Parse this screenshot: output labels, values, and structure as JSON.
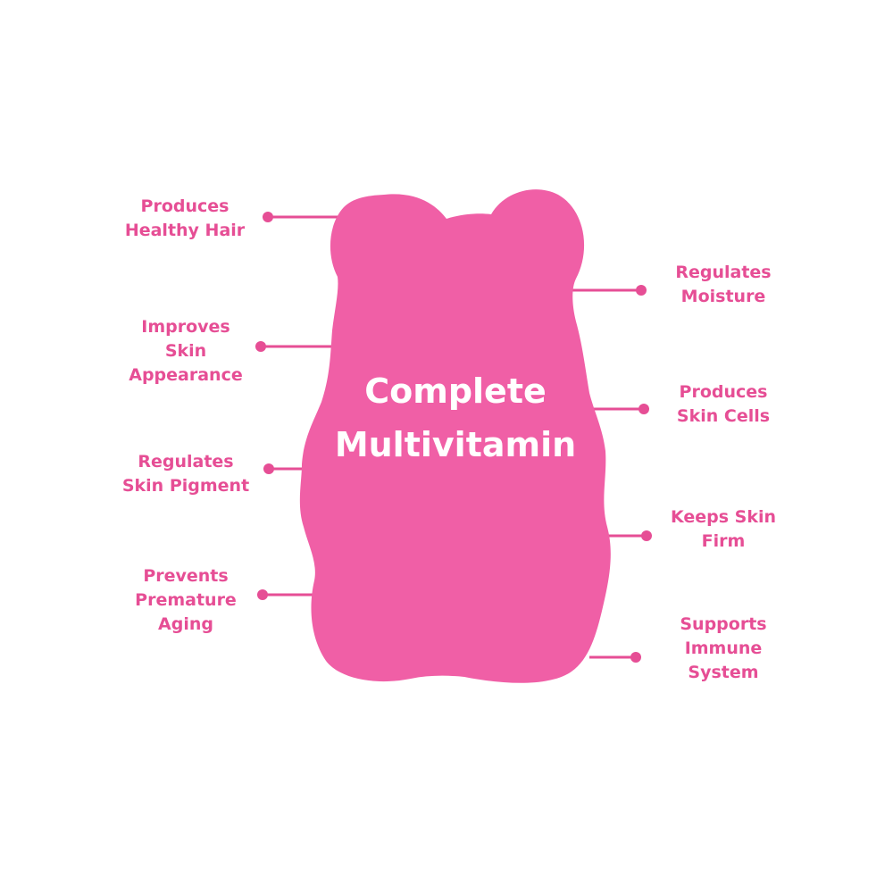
{
  "colors": {
    "bear_fill": "#f05fa6",
    "accent": "#e64e95",
    "title_text": "#ffffff"
  },
  "center": {
    "line1": "Complete",
    "line2": "Multivitamin"
  },
  "left_benefits": [
    {
      "lines": [
        "Produces",
        "Healthy Hair"
      ]
    },
    {
      "lines": [
        "Improves",
        "Skin",
        "Appearance"
      ]
    },
    {
      "lines": [
        "Regulates",
        "Skin Pigment"
      ]
    },
    {
      "lines": [
        "Prevents",
        "Premature",
        "Aging"
      ]
    }
  ],
  "right_benefits": [
    {
      "lines": [
        "Regulates",
        "Moisture"
      ]
    },
    {
      "lines": [
        "Produces",
        "Skin Cells"
      ]
    },
    {
      "lines": [
        "Keeps Skin",
        "Firm"
      ]
    },
    {
      "lines": [
        "Supports",
        "Immune",
        "System"
      ]
    }
  ]
}
